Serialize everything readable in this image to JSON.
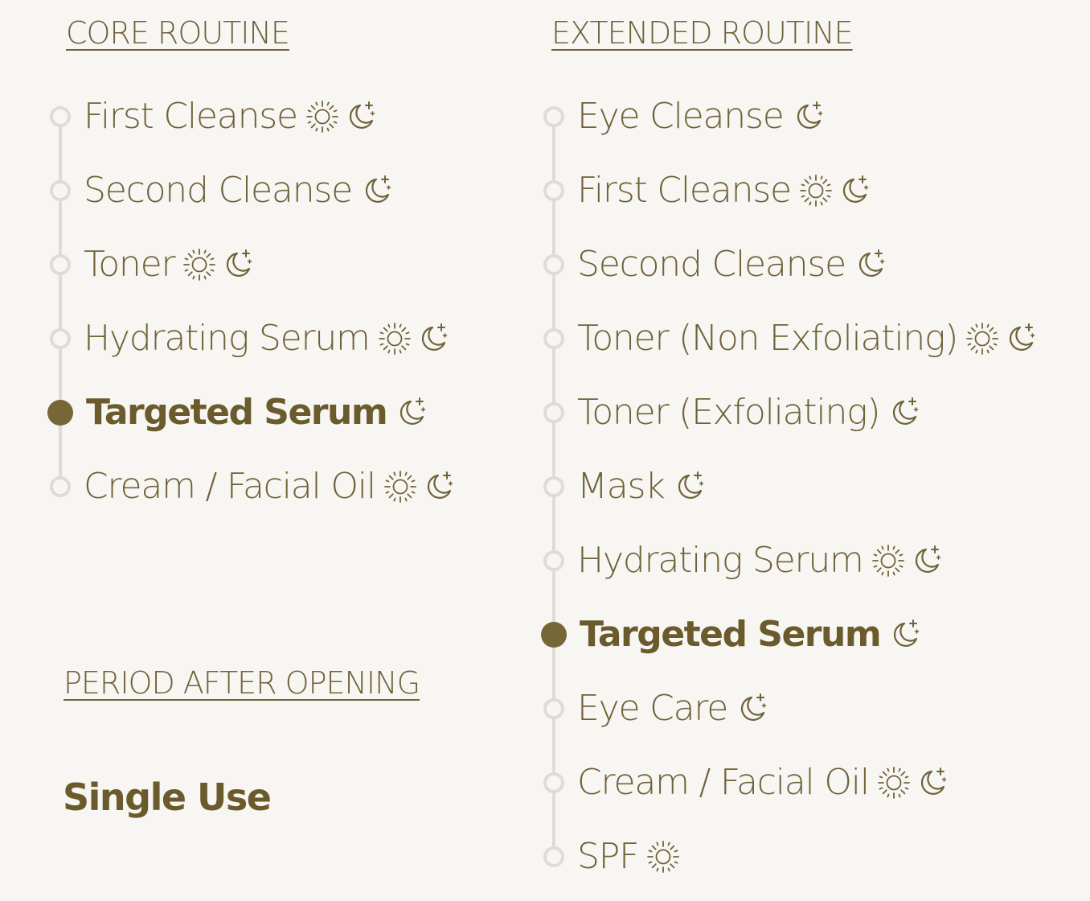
{
  "core_routine": {
    "heading": "CORE ROUTINE",
    "steps": [
      {
        "label": "First Cleanse",
        "active": false,
        "icons": [
          "sun-icon",
          "moon-icon"
        ]
      },
      {
        "label": "Second Cleanse",
        "active": false,
        "icons": [
          "moon-icon"
        ]
      },
      {
        "label": "Toner",
        "active": false,
        "icons": [
          "sun-icon",
          "moon-icon"
        ]
      },
      {
        "label": "Hydrating Serum",
        "active": false,
        "icons": [
          "sun-icon",
          "moon-icon"
        ]
      },
      {
        "label": "Targeted Serum",
        "active": true,
        "icons": [
          "moon-icon"
        ]
      },
      {
        "label": "Cream / Facial Oil",
        "active": false,
        "icons": [
          "sun-icon",
          "moon-icon"
        ]
      }
    ]
  },
  "extended_routine": {
    "heading": "EXTENDED ROUTINE",
    "steps": [
      {
        "label": "Eye Cleanse",
        "active": false,
        "icons": [
          "moon-icon"
        ]
      },
      {
        "label": "First Cleanse",
        "active": false,
        "icons": [
          "sun-icon",
          "moon-icon"
        ]
      },
      {
        "label": "Second Cleanse",
        "active": false,
        "icons": [
          "moon-icon"
        ]
      },
      {
        "label": "Toner (Non Exfoliating)",
        "active": false,
        "icons": [
          "sun-icon",
          "moon-icon"
        ]
      },
      {
        "label": "Toner (Exfoliating)",
        "active": false,
        "icons": [
          "moon-icon"
        ]
      },
      {
        "label": "Mask",
        "active": false,
        "icons": [
          "moon-icon"
        ]
      },
      {
        "label": "Hydrating Serum",
        "active": false,
        "icons": [
          "sun-icon",
          "moon-icon"
        ]
      },
      {
        "label": "Targeted Serum",
        "active": true,
        "icons": [
          "moon-icon"
        ]
      },
      {
        "label": "Eye Care",
        "active": false,
        "icons": [
          "moon-icon"
        ]
      },
      {
        "label": "Cream / Facial Oil",
        "active": false,
        "icons": [
          "sun-icon",
          "moon-icon"
        ]
      },
      {
        "label": "SPF",
        "active": false,
        "icons": [
          "sun-icon"
        ]
      }
    ]
  },
  "period_after_opening": {
    "heading": "PERIOD AFTER OPENING",
    "value": "Single Use"
  },
  "colors": {
    "text": "#6f6239",
    "active_dot": "#776637",
    "inactive_dot": "#dedcd7",
    "background": "#f8f6f2"
  }
}
